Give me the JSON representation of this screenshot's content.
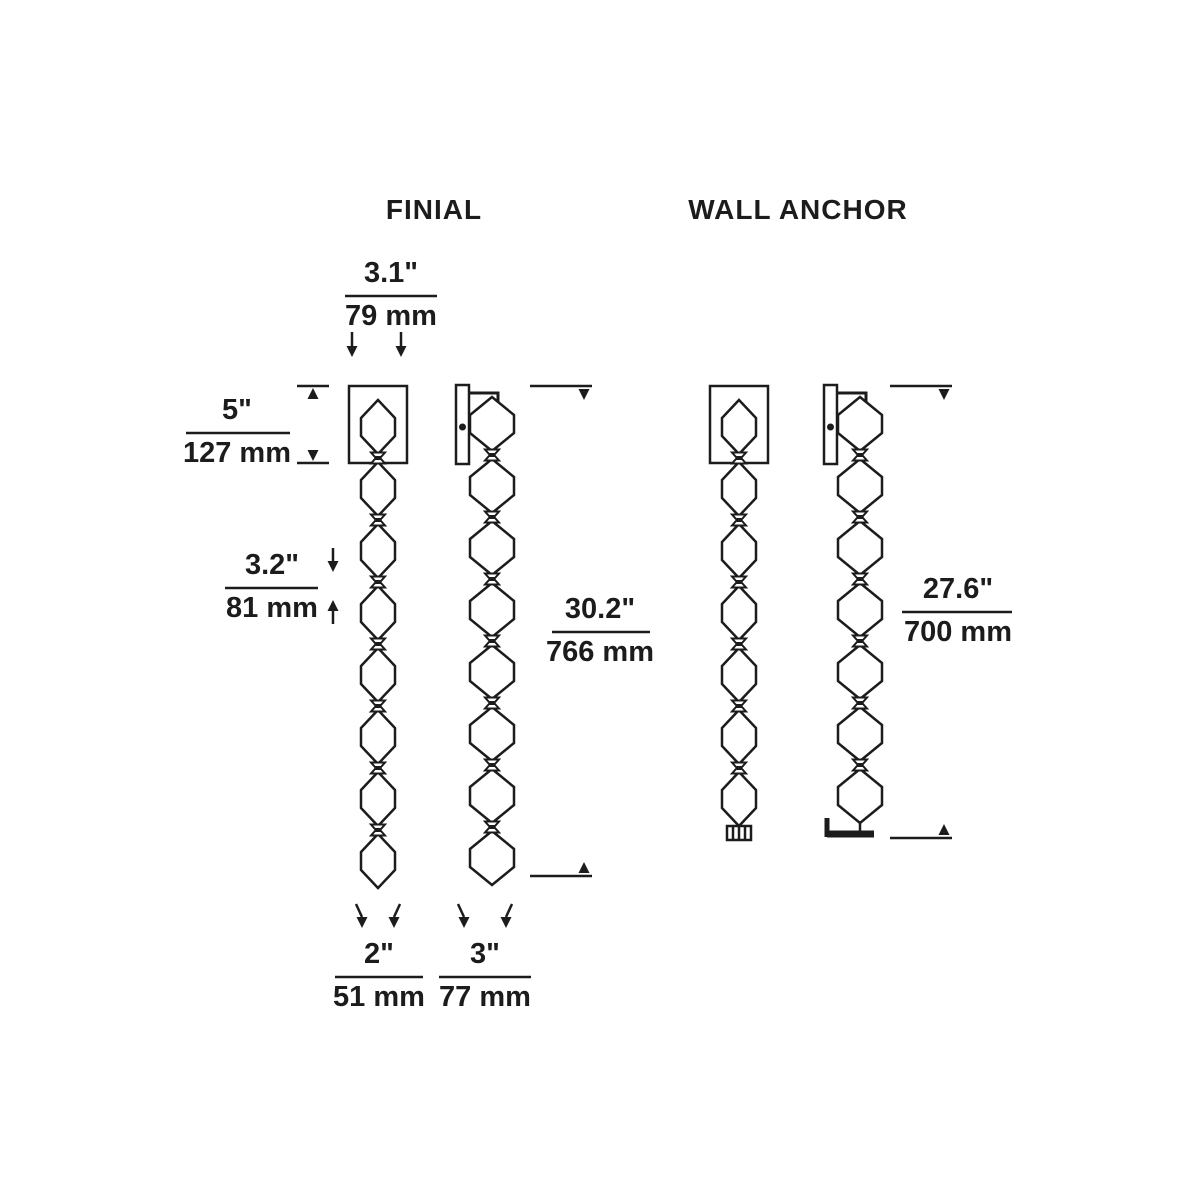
{
  "titles": {
    "finial": "FINIAL",
    "wall_anchor": "WALL ANCHOR"
  },
  "dims": {
    "mount_width": {
      "inches": "3.1\"",
      "mm": "79 mm"
    },
    "mount_height": {
      "inches": "5\"",
      "mm": "127 mm"
    },
    "segment_height": {
      "inches": "3.2\"",
      "mm": "81 mm"
    },
    "finial_overall": {
      "inches": "30.2\"",
      "mm": "766 mm"
    },
    "front_width": {
      "inches": "2\"",
      "mm": "51 mm"
    },
    "side_depth": {
      "inches": "3\"",
      "mm": "77 mm"
    },
    "anchor_overall": {
      "inches": "27.6\"",
      "mm": "700 mm"
    }
  },
  "colors": {
    "ink": "#1c1c1c",
    "background": "#ffffff"
  }
}
